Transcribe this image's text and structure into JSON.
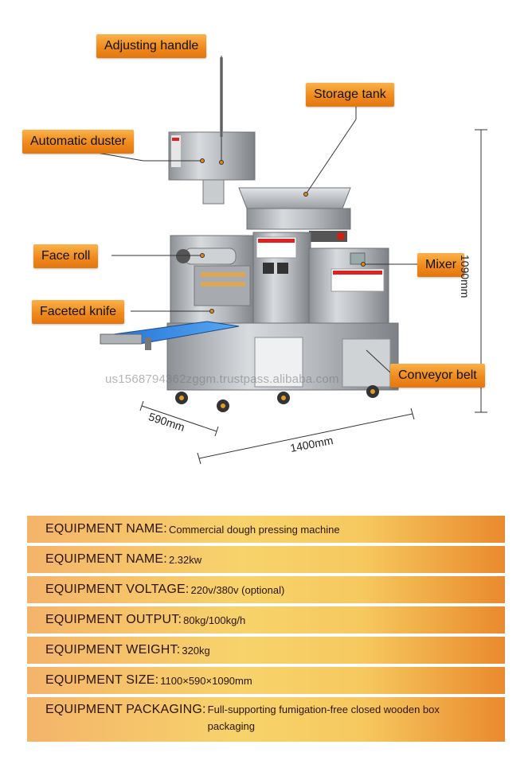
{
  "callouts": {
    "adjusting_handle": "Adjusting handle",
    "storage_tank": "Storage tank",
    "automatic_duster": "Automatic duster",
    "face_roll": "Face roll",
    "mixer": "Mixer",
    "faceted_knife": "Faceted knife",
    "conveyor_belt": "Conveyor belt"
  },
  "dimensions": {
    "height": "1090mm",
    "depth": "590mm",
    "length": "1400mm"
  },
  "watermark": "us1568794362zggm.trustpass.alibaba.com",
  "specs": [
    {
      "key": "EQUIPMENT NAME:",
      "value": " Commercial dough pressing machine"
    },
    {
      "key": "EQUIPMENT NAME:",
      "value": " 2.32kw"
    },
    {
      "key": "EQUIPMENT VOLTAGE:",
      "value": "220v/380v (optional)"
    },
    {
      "key": "EQUIPMENT OUTPUT:",
      "value": "80kg/100kg/h"
    },
    {
      "key": "EQUIPMENT WEIGHT:",
      "value": "320kg"
    },
    {
      "key": "EQUIPMENT SIZE:",
      "value": "1100×590×1090mm"
    },
    {
      "key": "EQUIPMENT PACKAGING:",
      "value": "Full-supporting fumigation-free closed wooden box packaging"
    }
  ]
}
